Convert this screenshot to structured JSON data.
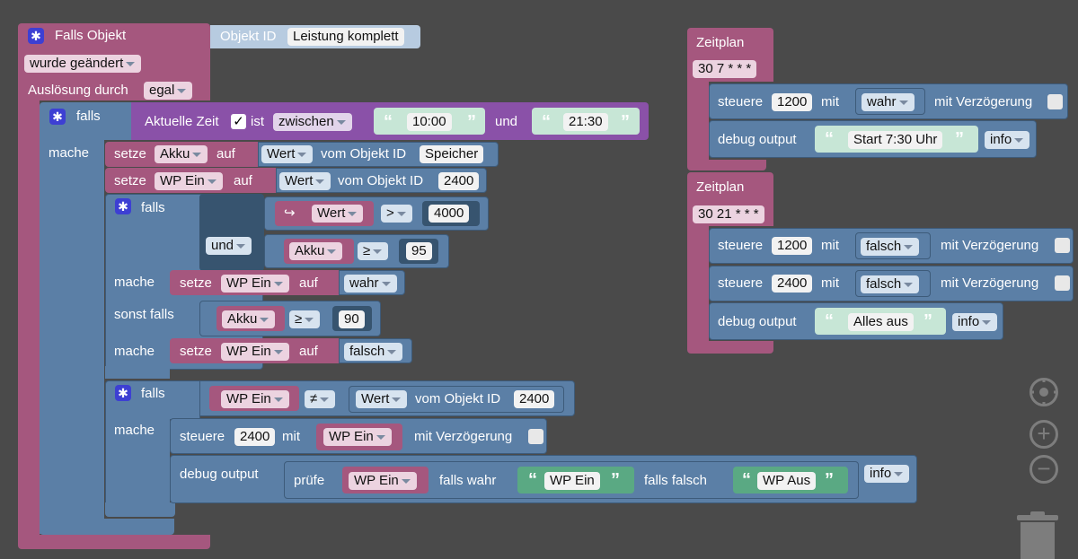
{
  "trigger": {
    "title": "Falls Objekt",
    "object_id_label": "Objekt ID",
    "object_id_value": "Leistung komplett",
    "condition_value": "wurde geändert",
    "trigger_label": "Auslösung durch",
    "trigger_value": "egal"
  },
  "if1": {
    "falls": "falls",
    "time_label": "Aktuelle Zeit",
    "checkmark": "✓",
    "ist": "ist",
    "mode": "zwischen",
    "from": "10:00",
    "und": "und",
    "to": "21:30",
    "mache": "mache"
  },
  "set1": {
    "setze": "setze",
    "var": "Akku",
    "auf": "auf",
    "wert": "Wert",
    "vom": "vom Objekt ID",
    "obj": "Speicher"
  },
  "set2": {
    "setze": "setze",
    "var": "WP Ein",
    "auf": "auf",
    "wert": "Wert",
    "vom": "vom Objekt ID",
    "obj": "2400"
  },
  "if2": {
    "falls": "falls",
    "logic": "und",
    "c1_var": "Wert",
    "c1_op": ">",
    "c1_val": "4000",
    "c2_var": "Akku",
    "c2_op": "≥",
    "c2_val": "95",
    "mache1": "mache",
    "set_a": {
      "setze": "setze",
      "var": "WP Ein",
      "auf": "auf",
      "val": "wahr"
    },
    "sonst": "sonst falls",
    "c3_var": "Akku",
    "c3_op": "≥",
    "c3_val": "90",
    "mache2": "mache",
    "set_b": {
      "setze": "setze",
      "var": "WP Ein",
      "auf": "auf",
      "val": "falsch"
    }
  },
  "if3": {
    "falls": "falls",
    "var": "WP Ein",
    "op": "≠",
    "wert": "Wert",
    "vom": "vom Objekt ID",
    "obj": "2400",
    "mache": "mache",
    "steuere": "steuere",
    "steuere_id": "2400",
    "mit": "mit",
    "steuere_var": "WP Ein",
    "delay": "mit Verzögerung",
    "debug": "debug output",
    "pruefe": "prüfe",
    "pruefe_var": "WP Ein",
    "falls_wahr": "falls wahr",
    "wahr_text": "WP Ein",
    "falls_falsch": "falls falsch",
    "falsch_text": "WP Aus",
    "level": "info"
  },
  "sched1": {
    "title": "Zeitplan",
    "cron": "30 7 * * *",
    "steuere": "steuere",
    "id": "1200",
    "mit": "mit",
    "val": "wahr",
    "delay": "mit Verzögerung",
    "debug": "debug output",
    "text": "Start 7:30 Uhr",
    "level": "info"
  },
  "sched2": {
    "title": "Zeitplan",
    "cron": "30 21 * * *",
    "steuere1": "steuere",
    "id1": "1200",
    "mit1": "mit",
    "val1": "falsch",
    "delay1": "mit Verzögerung",
    "steuere2": "steuere",
    "id2": "2400",
    "mit2": "mit",
    "val2": "falsch",
    "delay2": "mit Verzögerung",
    "debug": "debug output",
    "text": "Alles aus",
    "level": "info"
  },
  "tools": {
    "target_icon": "crosshair-icon",
    "zoom_in": "+",
    "zoom_out": "−",
    "trash_icon": "trash-icon"
  }
}
